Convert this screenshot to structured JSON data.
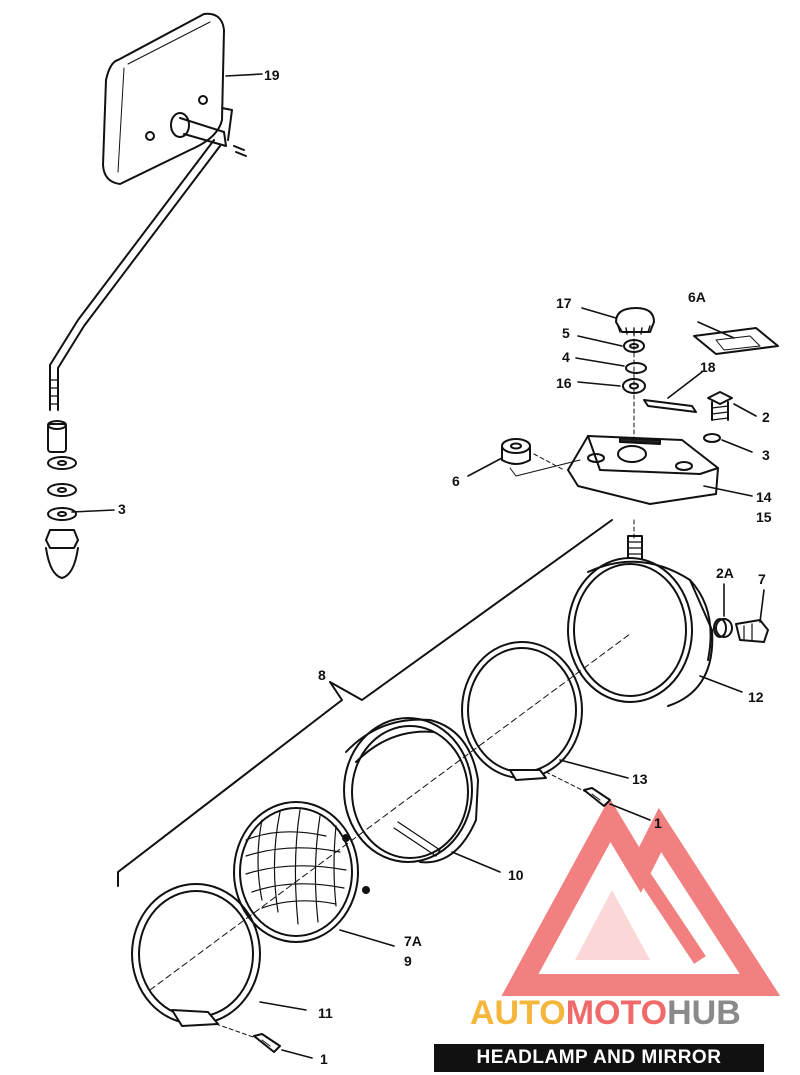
{
  "title": "HEADLAMP AND MIRROR",
  "watermark": {
    "part1": "AUTO",
    "part2": "MOTO",
    "part3": "HUB",
    "color1": "#f5b63c",
    "color2": "#f06a6a",
    "color3": "#8a8a8a"
  },
  "callouts": {
    "c19": "19",
    "c17": "17",
    "c6A": "6A",
    "c5": "5",
    "c4": "4",
    "c18": "18",
    "c16": "16",
    "c2": "2",
    "c3a": "3",
    "c6": "6",
    "c14": "14",
    "c15": "15",
    "c3b": "3",
    "c2A": "2A",
    "c7": "7",
    "c12": "12",
    "c8": "8",
    "c13": "13",
    "c1a": "1",
    "c10": "10",
    "c7A": "7A",
    "c9": "9",
    "c11": "11",
    "c1b": "1"
  }
}
